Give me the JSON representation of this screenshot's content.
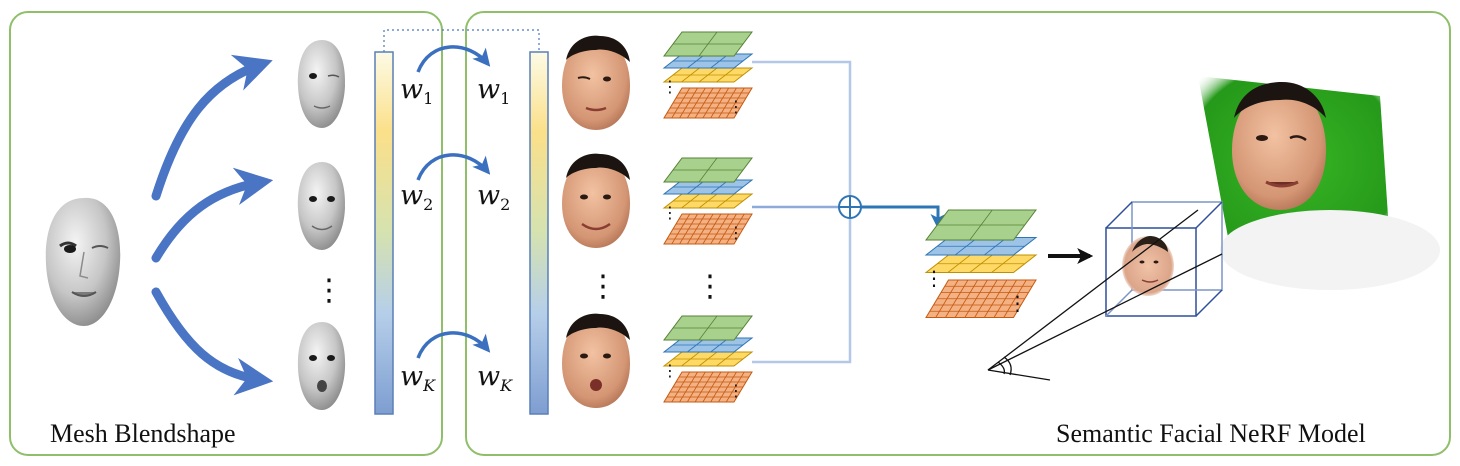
{
  "panels": {
    "left_caption": "Mesh Blendshape",
    "right_caption": "Semantic Facial NeRF Model"
  },
  "weights": [
    {
      "base": "w",
      "sub": "1"
    },
    {
      "base": "w",
      "sub": "2"
    },
    {
      "base": "w",
      "sub": "K"
    }
  ],
  "ellipsis": "⋮",
  "colors": {
    "panel_border": "#8fbf6a",
    "arrow_blue": "#4a74c4",
    "bar_top": "#fdfbe6",
    "bar_mid": "#fbe08a",
    "bar_low": "#b6cfe9",
    "bar_bottom": "#7e9ed1",
    "grid_green": "#a9d18e",
    "grid_blue": "#9dc3e6",
    "grid_yellow": "#ffd966",
    "grid_orange": "#f4b183",
    "connector": "#8eaadb",
    "sum_arrow": "#2e75b6",
    "green_screen": "#2ea81a"
  }
}
